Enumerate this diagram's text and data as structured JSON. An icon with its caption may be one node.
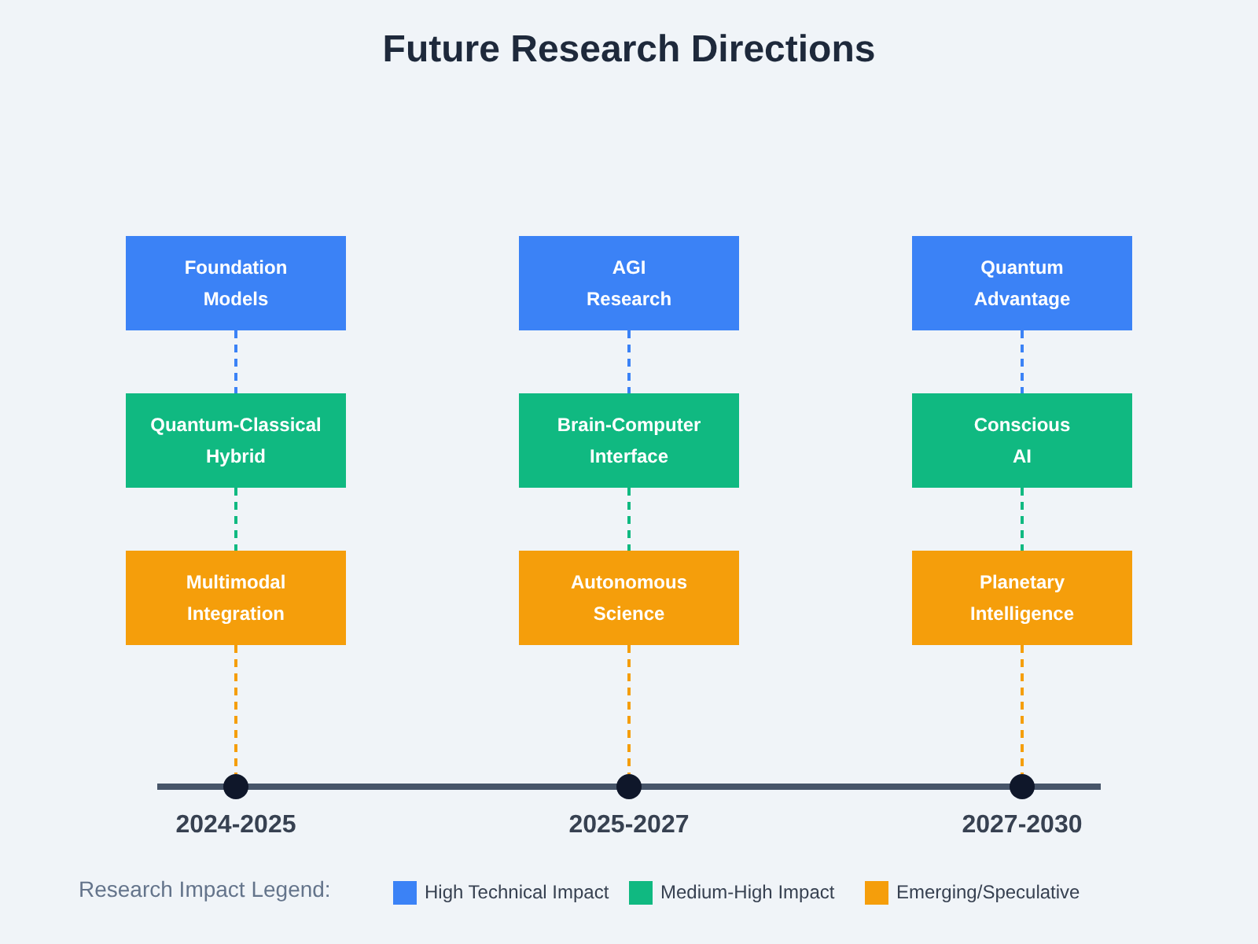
{
  "diagram": {
    "title": "Future Research Directions",
    "nodes": [
      {
        "text": [
          "Foundation Models"
        ]
      },
      {
        "text": [
          "Quantum-Classical Hybrid"
        ]
      },
      {
        "text": [
          "Multimodal Integration"
        ]
      },
      {
        "text": [],
        "shape": "circle",
        "beside": [
          "2024-2025"
        ]
      },
      {
        "text": [
          "AGI Research"
        ]
      },
      {
        "text": [
          "Brain-Computer Interface"
        ]
      },
      {
        "text": [
          "Autonomous Science"
        ]
      },
      {
        "text": [],
        "shape": "circle",
        "beside": [
          "2025-2027"
        ]
      },
      {
        "text": [
          "Quantum Advantage"
        ]
      },
      {
        "text": [
          "Conscious AI"
        ]
      },
      {
        "text": [
          "Planetary Intelligence"
        ]
      },
      {
        "text": [],
        "shape": "circle",
        "beside": [
          "2027-2030"
        ]
      }
    ],
    "edges": [
      {
        "from": 0,
        "to": 1,
        "arrow": "none",
        "style": "dashed",
        "color": "#3b82f6"
      },
      {
        "from": 1,
        "to": 2,
        "arrow": "none",
        "style": "dashed",
        "color": "#10b981"
      },
      {
        "from": 2,
        "to": 3,
        "arrow": "none",
        "style": "dashed",
        "color": "#f59e0b"
      },
      {
        "from": 4,
        "to": 5,
        "arrow": "none",
        "style": "dashed",
        "color": "#3b82f6"
      },
      {
        "from": 5,
        "to": 6,
        "arrow": "none",
        "style": "dashed",
        "color": "#10b981"
      },
      {
        "from": 6,
        "to": 7,
        "arrow": "none",
        "style": "dashed",
        "color": "#f59e0b"
      },
      {
        "from": 8,
        "to": 9,
        "arrow": "none",
        "style": "dashed",
        "color": "#3b82f6"
      },
      {
        "from": 9,
        "to": 10,
        "arrow": "none",
        "style": "dashed",
        "color": "#10b981"
      },
      {
        "from": 10,
        "to": 11,
        "arrow": "none",
        "style": "dashed",
        "color": "#f59e0b"
      }
    ],
    "labels": [
      "Research Impact Legend:"
    ],
    "legend": [
      {
        "text": "High Technical Impact",
        "color": "#3b82f6"
      },
      {
        "text": "Medium-High Impact",
        "color": "#10b981"
      },
      {
        "text": "Emerging/Speculative",
        "color": "#f59e0b"
      }
    ]
  }
}
